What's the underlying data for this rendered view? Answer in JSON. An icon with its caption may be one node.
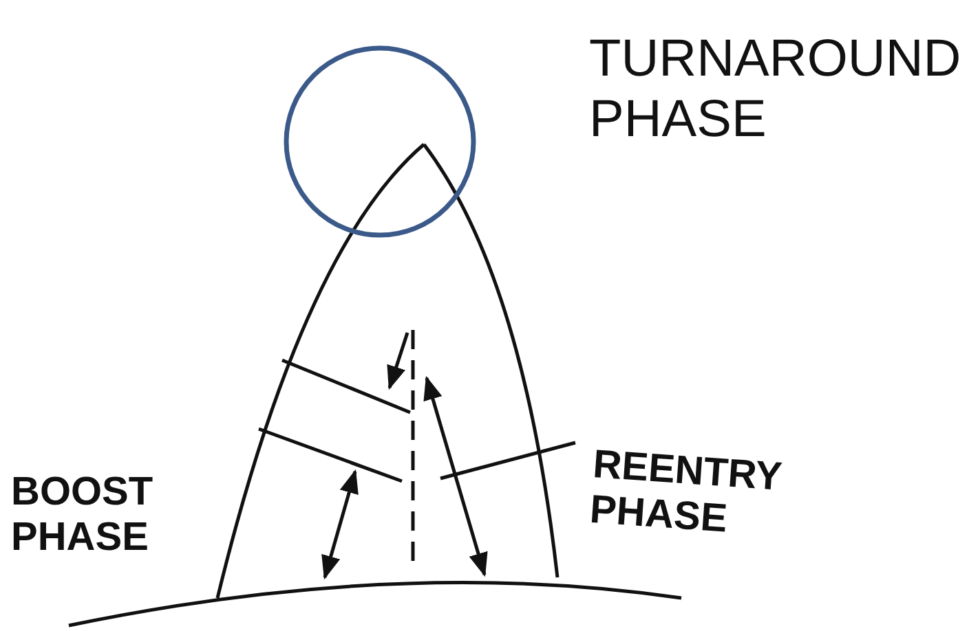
{
  "diagram": {
    "labels": [
      "TURNAROUND PHASE",
      "BOOST PHASE",
      "REENTRY PHASE"
    ]
  }
}
